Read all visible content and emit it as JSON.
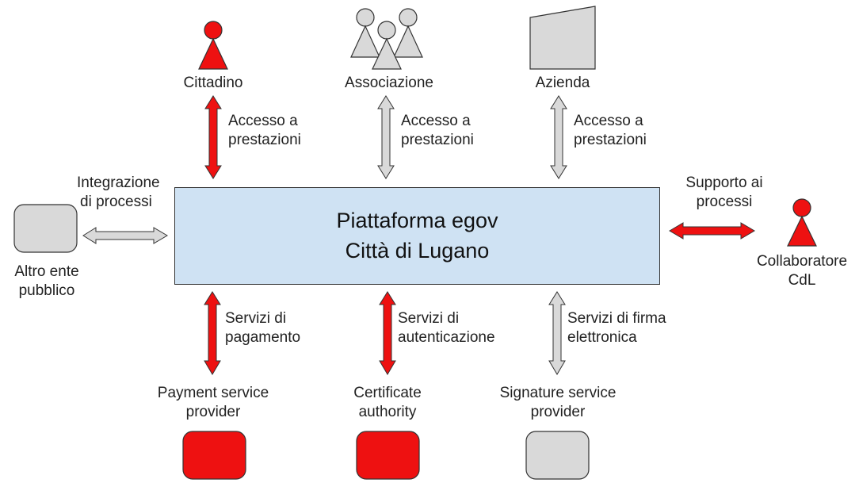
{
  "platform": {
    "line1": "Piattaforma egov",
    "line2": "Città di Lugano"
  },
  "actors": {
    "cittadino": "Cittadino",
    "associazione": "Associazione",
    "azienda": "Azienda",
    "altro_ente": {
      "line1": "Altro ente",
      "line2": "pubblico"
    },
    "collaboratore": {
      "line1": "Collaboratore",
      "line2": "CdL"
    },
    "payment_provider": {
      "line1": "Payment service",
      "line2": "provider"
    },
    "certificate_authority": {
      "line1": "Certificate",
      "line2": "authority"
    },
    "signature_provider": {
      "line1": "Signature service",
      "line2": "provider"
    }
  },
  "edges": {
    "cittadino": {
      "line1": "Accesso a",
      "line2": "prestazioni"
    },
    "associazione": {
      "line1": "Accesso a",
      "line2": "prestazioni"
    },
    "azienda": {
      "line1": "Accesso a",
      "line2": "prestazioni"
    },
    "altro_ente": {
      "line1": "Integrazione",
      "line2": "di processi"
    },
    "collaboratore": {
      "line1": "Supporto ai",
      "line2": "processi"
    },
    "payment": {
      "line1": "Servizi di",
      "line2": "pagamento"
    },
    "certificate": {
      "line1": "Servizi di",
      "line2": "autenticazione"
    },
    "signature": {
      "line1": "Servizi di firma",
      "line2": "elettronica"
    }
  },
  "colors": {
    "red": "#ee1111",
    "gray": "#d9d9d9",
    "platform": "#cfe2f3",
    "stroke": "#333333"
  },
  "icons": {
    "cittadino": "person-icon",
    "associazione": "people-group-icon",
    "azienda": "building-icon",
    "altro_ente": "rounded-box-icon",
    "collaboratore": "person-icon",
    "payment_provider": "rounded-box-icon",
    "certificate_authority": "rounded-box-icon",
    "signature_provider": "rounded-box-icon"
  }
}
